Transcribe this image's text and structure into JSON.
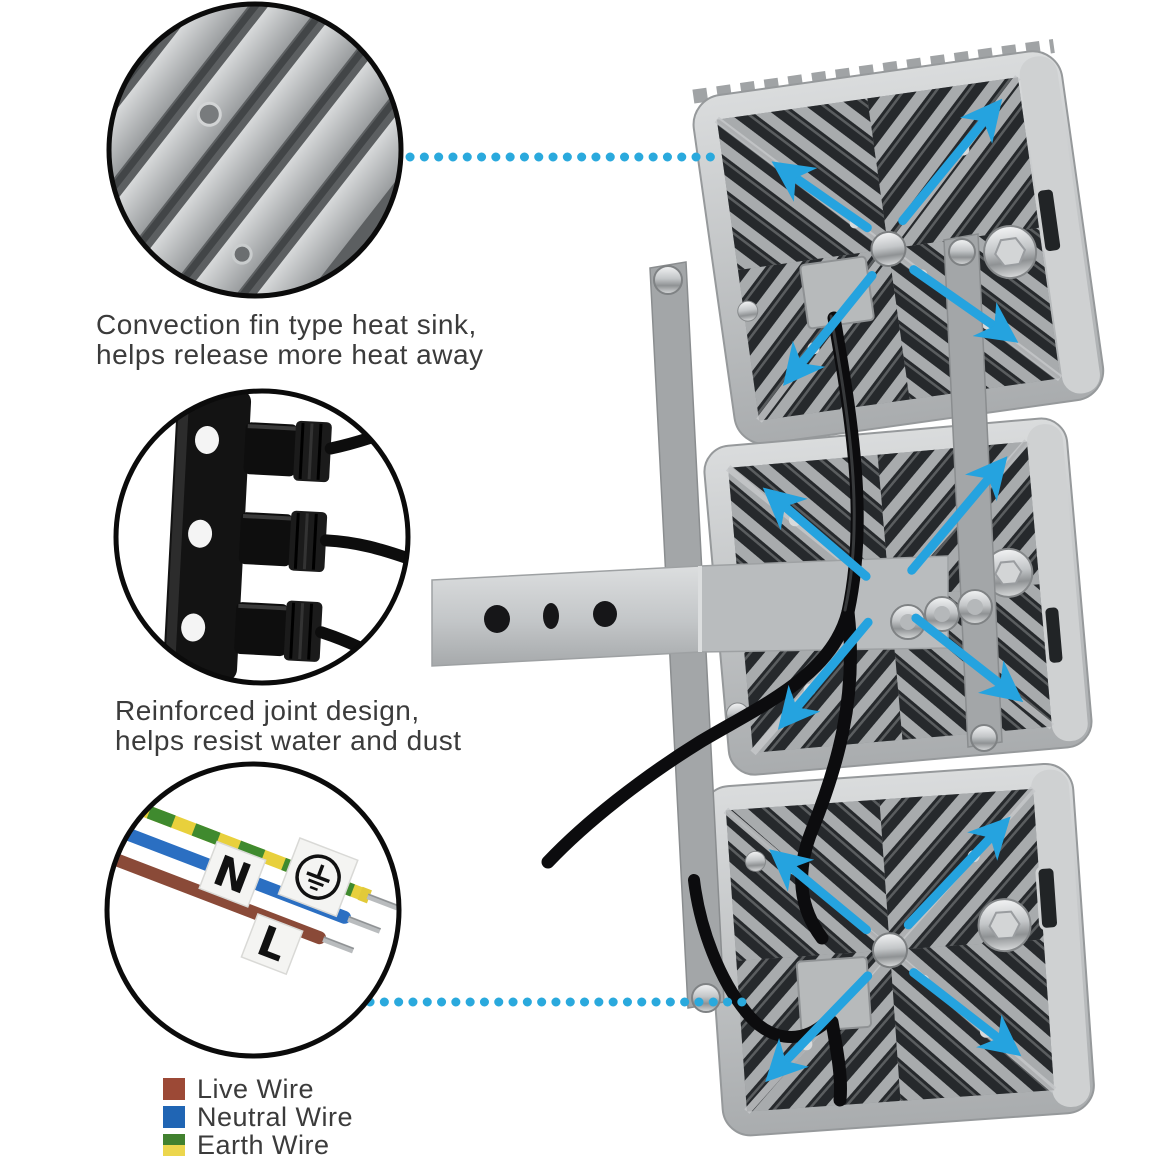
{
  "product_view": {
    "name": "LED flood light rear view, three heat-sink modules with airflow arrows"
  },
  "colors": {
    "accent_arrow_blue": "#25a3df",
    "dotted_line_blue": "#2aa9dd",
    "text": "#3b3b3b",
    "live_wire": "#9c4936",
    "neutral_wire": "#2065b4",
    "earth_wire_green": "#41812f",
    "earth_wire_yellow": "#ecd64d"
  },
  "callouts": [
    {
      "id": "heatsink-closeup",
      "caption_line1": "Convection fin type heat sink,",
      "caption_line2": "helps release more heat away"
    },
    {
      "id": "joint-closeup",
      "caption_line1": "Reinforced joint design,",
      "caption_line2": "helps resist water and dust"
    },
    {
      "id": "wires-closeup",
      "labels": {
        "neutral": "N",
        "live": "L"
      }
    }
  ],
  "legend": {
    "items": [
      {
        "label": "Live Wire",
        "color": "#9c4936"
      },
      {
        "label": "Neutral Wire",
        "color": "#2065b4"
      },
      {
        "label": "Earth Wire",
        "color_top": "#41812f",
        "color_bottom": "#ecd64d"
      }
    ]
  }
}
